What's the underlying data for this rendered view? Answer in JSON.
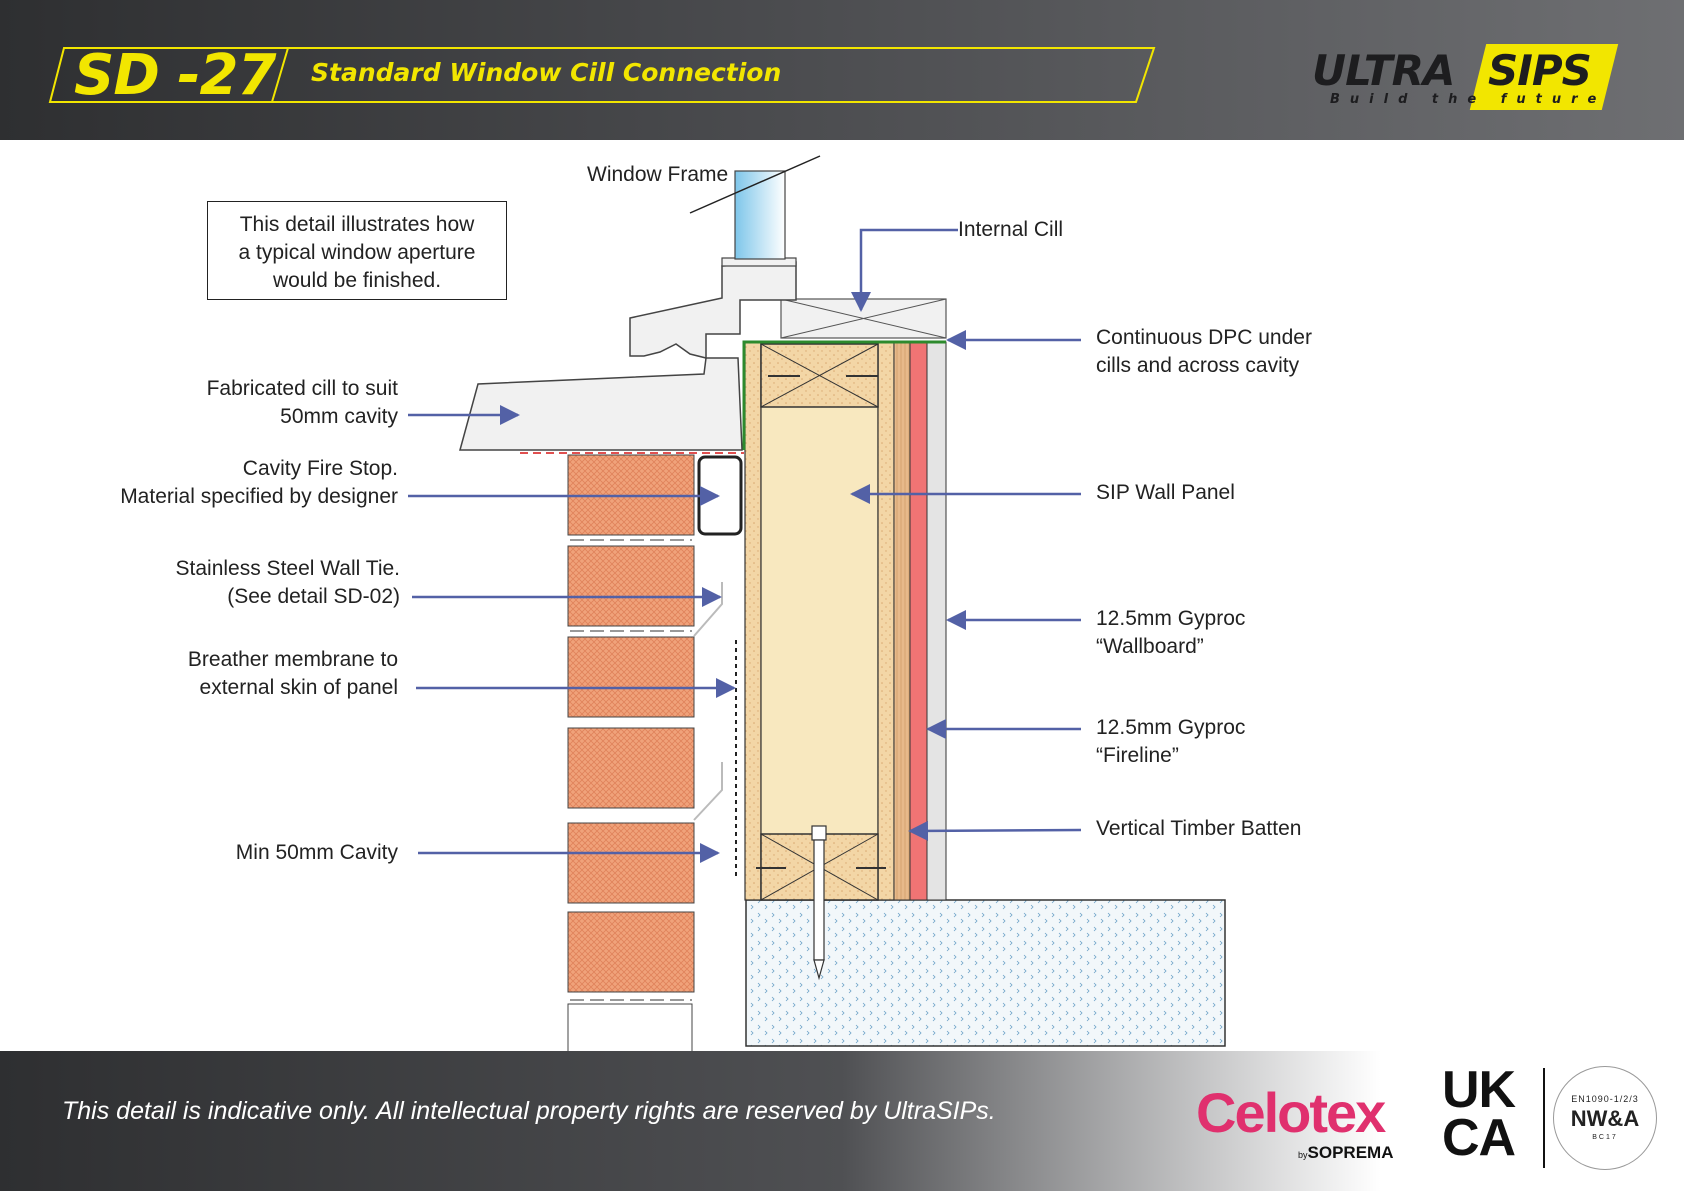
{
  "header": {
    "code": "SD -27",
    "title": "Standard Window Cill Connection",
    "logo": {
      "ultra": "ULTRA",
      "sips": "SIPS",
      "tagline": "Build the future"
    },
    "accent_color": "#f2e600"
  },
  "note": {
    "lines": [
      "This detail illustrates how",
      "a typical window aperture",
      "would be finished."
    ]
  },
  "labels": {
    "window_frame": "Window Frame",
    "internal_cill": "Internal Cill",
    "dpc": [
      "Continuous DPC under",
      "cills and across cavity"
    ],
    "fabricated_cill": [
      "Fabricated cill to suit",
      "50mm cavity"
    ],
    "fire_stop": [
      "Cavity Fire Stop.",
      "Material specified by designer"
    ],
    "sip_panel": "SIP Wall Panel",
    "wall_tie": [
      "Stainless Steel Wall Tie.",
      "(See detail SD-02)"
    ],
    "wallboard": [
      "12.5mm Gyproc",
      "“Wallboard”"
    ],
    "breather": [
      "Breather membrane to",
      "external skin of panel"
    ],
    "fireline": [
      "12.5mm Gyproc",
      "“Fireline”"
    ],
    "batten": "Vertical Timber Batten",
    "min_cavity": "Min 50mm Cavity"
  },
  "colors": {
    "brick": "#f0a27a",
    "osb": "#f3d6a6",
    "core": "#f8e8bf",
    "fireline": "#f07474",
    "plaster": "#e4e4e4",
    "dpc": "#2d8a2d",
    "arrow": "#5361a6",
    "concrete": "#f2f7fa"
  },
  "footer": {
    "disclaimer": "This detail is indicative only. All intellectual property rights are reserved by UltraSIPs.",
    "celotex": "Celotex",
    "by": "by",
    "soprema": "SOPREMA",
    "ukca_top": "UK",
    "ukca_bottom": "CA",
    "nwa_top": "EN1090-1/2/3",
    "nwa_main": "NW&A",
    "nwa_bottom": "BC17"
  }
}
